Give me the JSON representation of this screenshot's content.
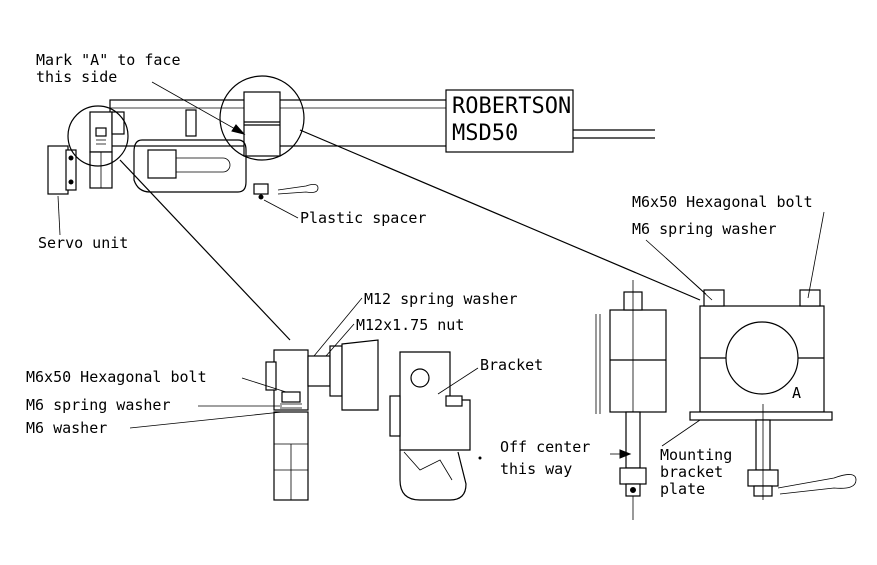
{
  "labels": {
    "mark_a_line1": "Mark \"A\" to face",
    "mark_a_line2": "this side",
    "brand": "ROBERTSON",
    "model": "MSD50",
    "plastic_spacer": "Plastic spacer",
    "servo_unit": "Servo unit",
    "m12_spring_washer": "M12 spring washer",
    "m12_nut": "M12x1.75 nut",
    "bolt_left": "M6x50 Hexagonal bolt",
    "spring_washer_left": "M6 spring washer",
    "washer_left": "M6 washer",
    "bracket": "Bracket",
    "off_center_line1": "Off center",
    "off_center_line2": "this way",
    "bolt_right": "M6x50 Hexagonal bolt",
    "spring_washer_right": "M6 spring washer",
    "plate_line1": "Mounting",
    "plate_line2": "bracket",
    "plate_line3": "plate",
    "face_mark": "A"
  }
}
